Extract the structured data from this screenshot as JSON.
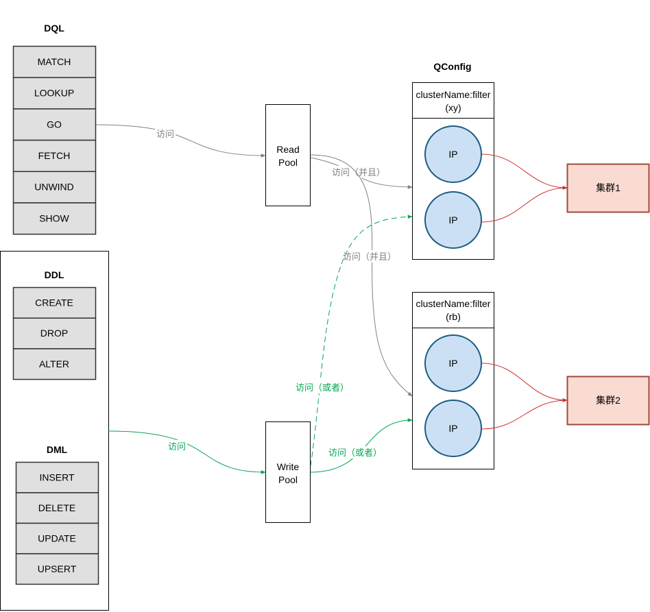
{
  "dql": {
    "title": "DQL",
    "items": [
      "MATCH",
      "LOOKUP",
      "GO",
      "FETCH",
      "UNWIND",
      "SHOW"
    ]
  },
  "ddl": {
    "title": "DDL",
    "items": [
      "CREATE",
      "DROP",
      "ALTER"
    ]
  },
  "dml": {
    "title": "DML",
    "items": [
      "INSERT",
      "DELETE",
      "UPDATE",
      "UPSERT"
    ]
  },
  "pools": {
    "read": [
      "Read",
      "Pool"
    ],
    "write": [
      "Write",
      "Pool"
    ]
  },
  "qconfig": {
    "title": "QConfig",
    "filters": [
      {
        "label": [
          "clusterName:filter",
          "(xy)"
        ],
        "nodes": [
          "IP",
          "IP"
        ]
      },
      {
        "label": [
          "clusterName:filter",
          "(rb)"
        ],
        "nodes": [
          "IP",
          "IP"
        ]
      }
    ]
  },
  "clusters": [
    "集群1",
    "集群2"
  ],
  "edge_labels": {
    "dql_to_read": "访问",
    "read_to_xy": "访问（并且）",
    "read_to_rb": "访问（并且）",
    "dml_to_write": "访问",
    "write_to_xy": "访问（或者）",
    "write_to_rb": "访问（或者）"
  },
  "colors": {
    "gray_edge": "#808080",
    "green_edge": "#00A550",
    "red_edge": "#CC3333",
    "ip_fill": "#CCE0F5",
    "ip_stroke": "#1A5D80",
    "cluster_fill": "#FADBD2",
    "cluster_stroke": "#A0493A",
    "cmd_fill": "#E0E0E0"
  }
}
